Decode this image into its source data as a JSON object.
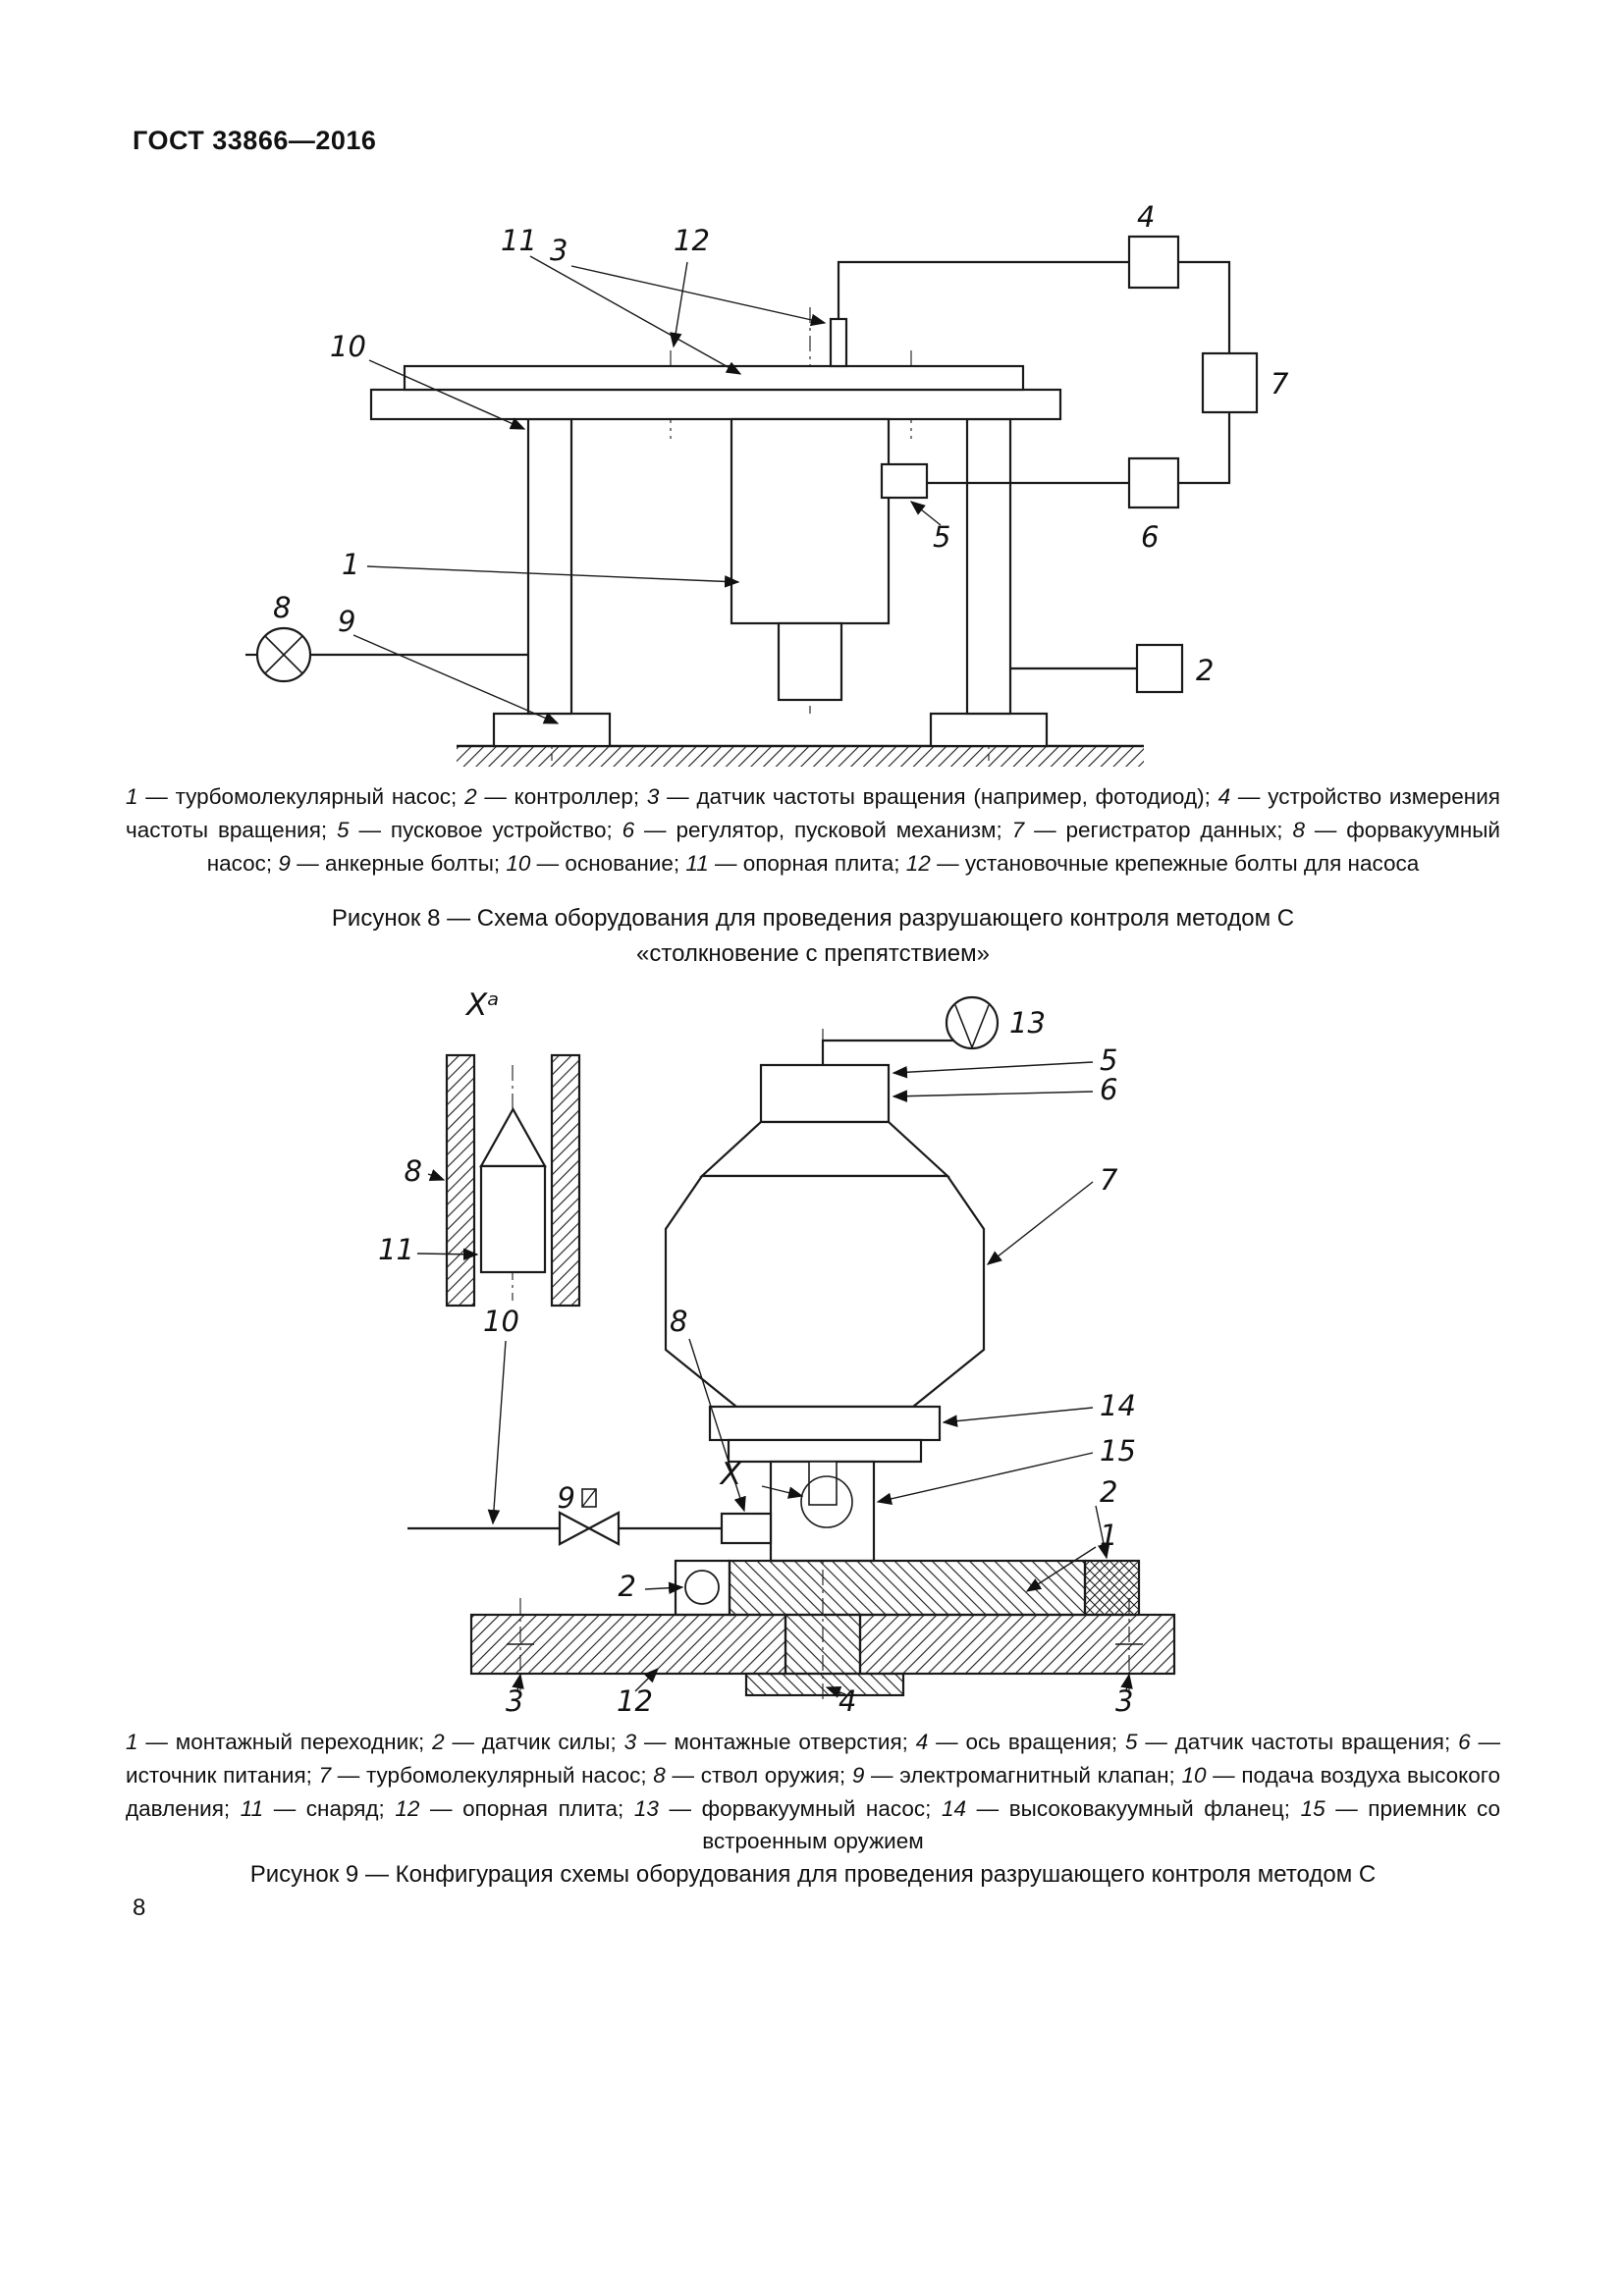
{
  "page": {
    "header": "ГОСТ 33866—2016",
    "page_number": "8"
  },
  "figure8": {
    "callouts": {
      "c1": "1",
      "c2": "2",
      "c3": "3",
      "c4": "4",
      "c5": "5",
      "c6": "6",
      "c7": "7",
      "c8": "8",
      "c9": "9",
      "c10": "10",
      "c11": "11",
      "c12": "12"
    },
    "legend": [
      {
        "n": "1",
        "t": "турбомолекулярный насос"
      },
      {
        "n": "2",
        "t": "контроллер"
      },
      {
        "n": "3",
        "t": "датчик частоты вращения (например, фотодиод)"
      },
      {
        "n": "4",
        "t": "устройство измерения частоты вращения"
      },
      {
        "n": "5",
        "t": "пусковое устройство"
      },
      {
        "n": "6",
        "t": "регулятор, пусковой механизм"
      },
      {
        "n": "7",
        "t": "регистратор данных"
      },
      {
        "n": "8",
        "t": "форвакуумный насос"
      },
      {
        "n": "9",
        "t": "анкерные болты"
      },
      {
        "n": "10",
        "t": "основание"
      },
      {
        "n": "11",
        "t": "опорная плита"
      },
      {
        "n": "12",
        "t": "установочные крепежные болты для насоса"
      }
    ],
    "caption_line1": "Рисунок 8 — Схема оборудования для проведения разрушающего контроля методом С",
    "caption_line2": "«столкновение с препятствием»"
  },
  "figure9": {
    "callouts": {
      "c1": "1",
      "c2": "2",
      "c3": "3",
      "c4": "4",
      "c5": "5",
      "c6": "6",
      "c7": "7",
      "c8": "8",
      "c9": "9",
      "c10": "10",
      "c11": "11",
      "c12": "12",
      "c13": "13",
      "c14": "14",
      "c15": "15",
      "x_marker": "X",
      "x_ref": "Xᵃ"
    },
    "legend": [
      {
        "n": "1",
        "t": "монтажный переходник"
      },
      {
        "n": "2",
        "t": "датчик силы"
      },
      {
        "n": "3",
        "t": "монтажные отверстия"
      },
      {
        "n": "4",
        "t": "ось вращения"
      },
      {
        "n": "5",
        "t": "датчик частоты вращения"
      },
      {
        "n": "6",
        "t": "источник питания"
      },
      {
        "n": "7",
        "t": "турбомолекулярный насос"
      },
      {
        "n": "8",
        "t": "ствол оружия"
      },
      {
        "n": "9",
        "t": "электромагнитный клапан"
      },
      {
        "n": "10",
        "t": "подача воздуха высокого давления"
      },
      {
        "n": "11",
        "t": "снаряд"
      },
      {
        "n": "12",
        "t": "опорная плита"
      },
      {
        "n": "13",
        "t": "форвакуумный насос"
      },
      {
        "n": "14",
        "t": "высоковакуумный фланец"
      },
      {
        "n": "15",
        "t": "приемник со встроенным оружием"
      }
    ],
    "caption": "Рисунок 9 — Конфигурация схемы оборудования для проведения разрушающего контроля методом С"
  }
}
